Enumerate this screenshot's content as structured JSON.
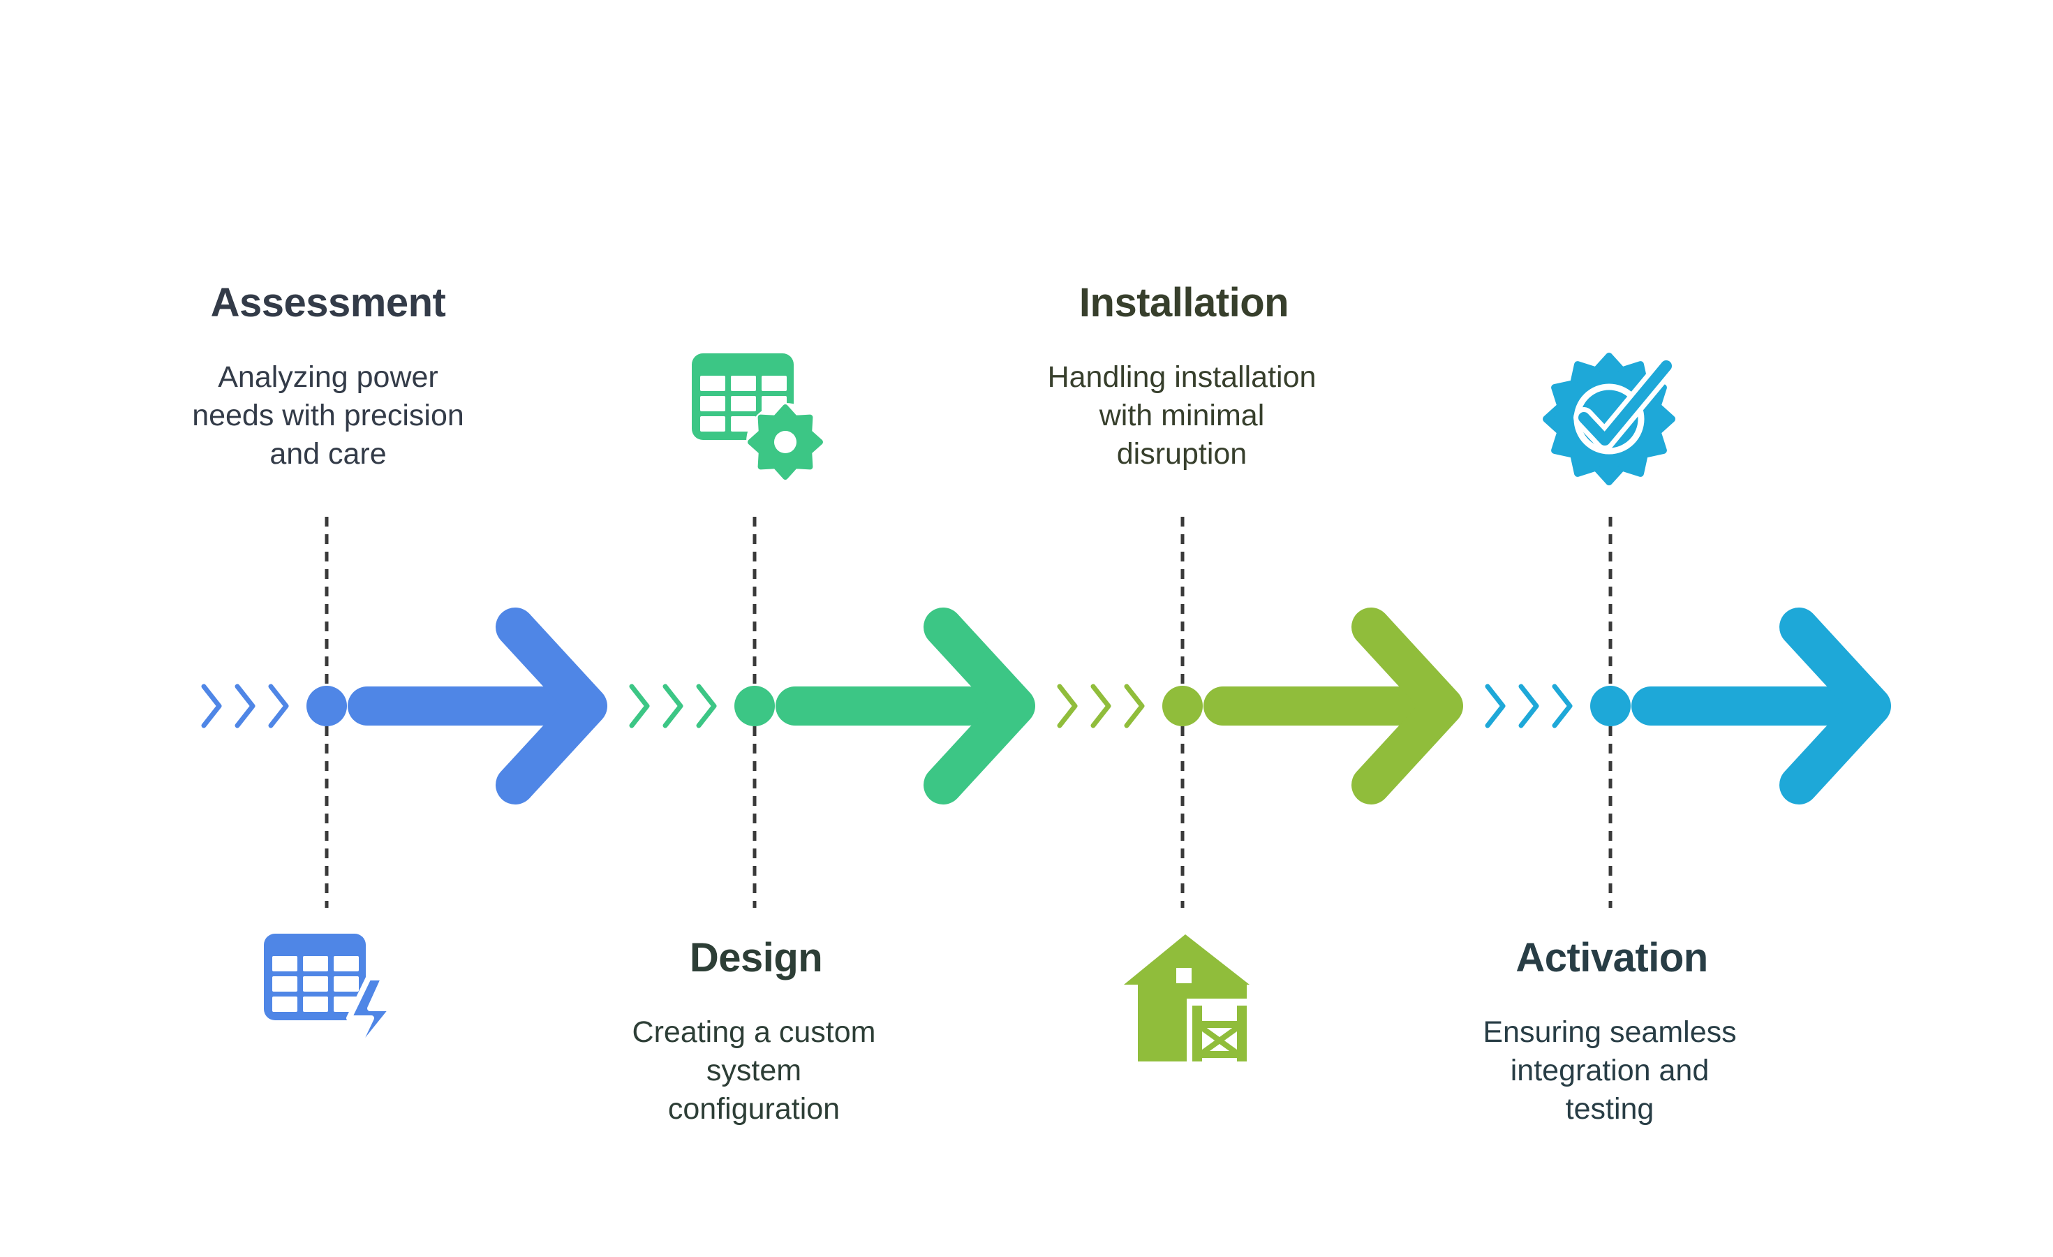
{
  "steps": [
    {
      "title": "Assessment",
      "description": [
        "Analyzing power",
        "needs with precision",
        "and care"
      ],
      "color": "#4F86E6",
      "title_color": "#333B48",
      "text_color": "#333B48",
      "icon": "spreadsheet-lightning-icon"
    },
    {
      "title": "Design",
      "description": [
        "Creating a custom",
        "system",
        "configuration"
      ],
      "color": "#3CC685",
      "title_color": "#2D3E36",
      "text_color": "#2D3E36",
      "icon": "spreadsheet-gear-icon"
    },
    {
      "title": "Installation",
      "description": [
        "Handling installation",
        "with minimal",
        "disruption"
      ],
      "color": "#90BD3B",
      "title_color": "#373F2C",
      "text_color": "#373F2C",
      "icon": "barn-icon"
    },
    {
      "title": "Activation",
      "description": [
        "Ensuring seamless",
        "integration and",
        "testing"
      ],
      "color": "#1EA8D8",
      "title_color": "#283D45",
      "text_color": "#283D45",
      "icon": "verified-badge-icon"
    }
  ],
  "connector_color": "#3A3A3A"
}
